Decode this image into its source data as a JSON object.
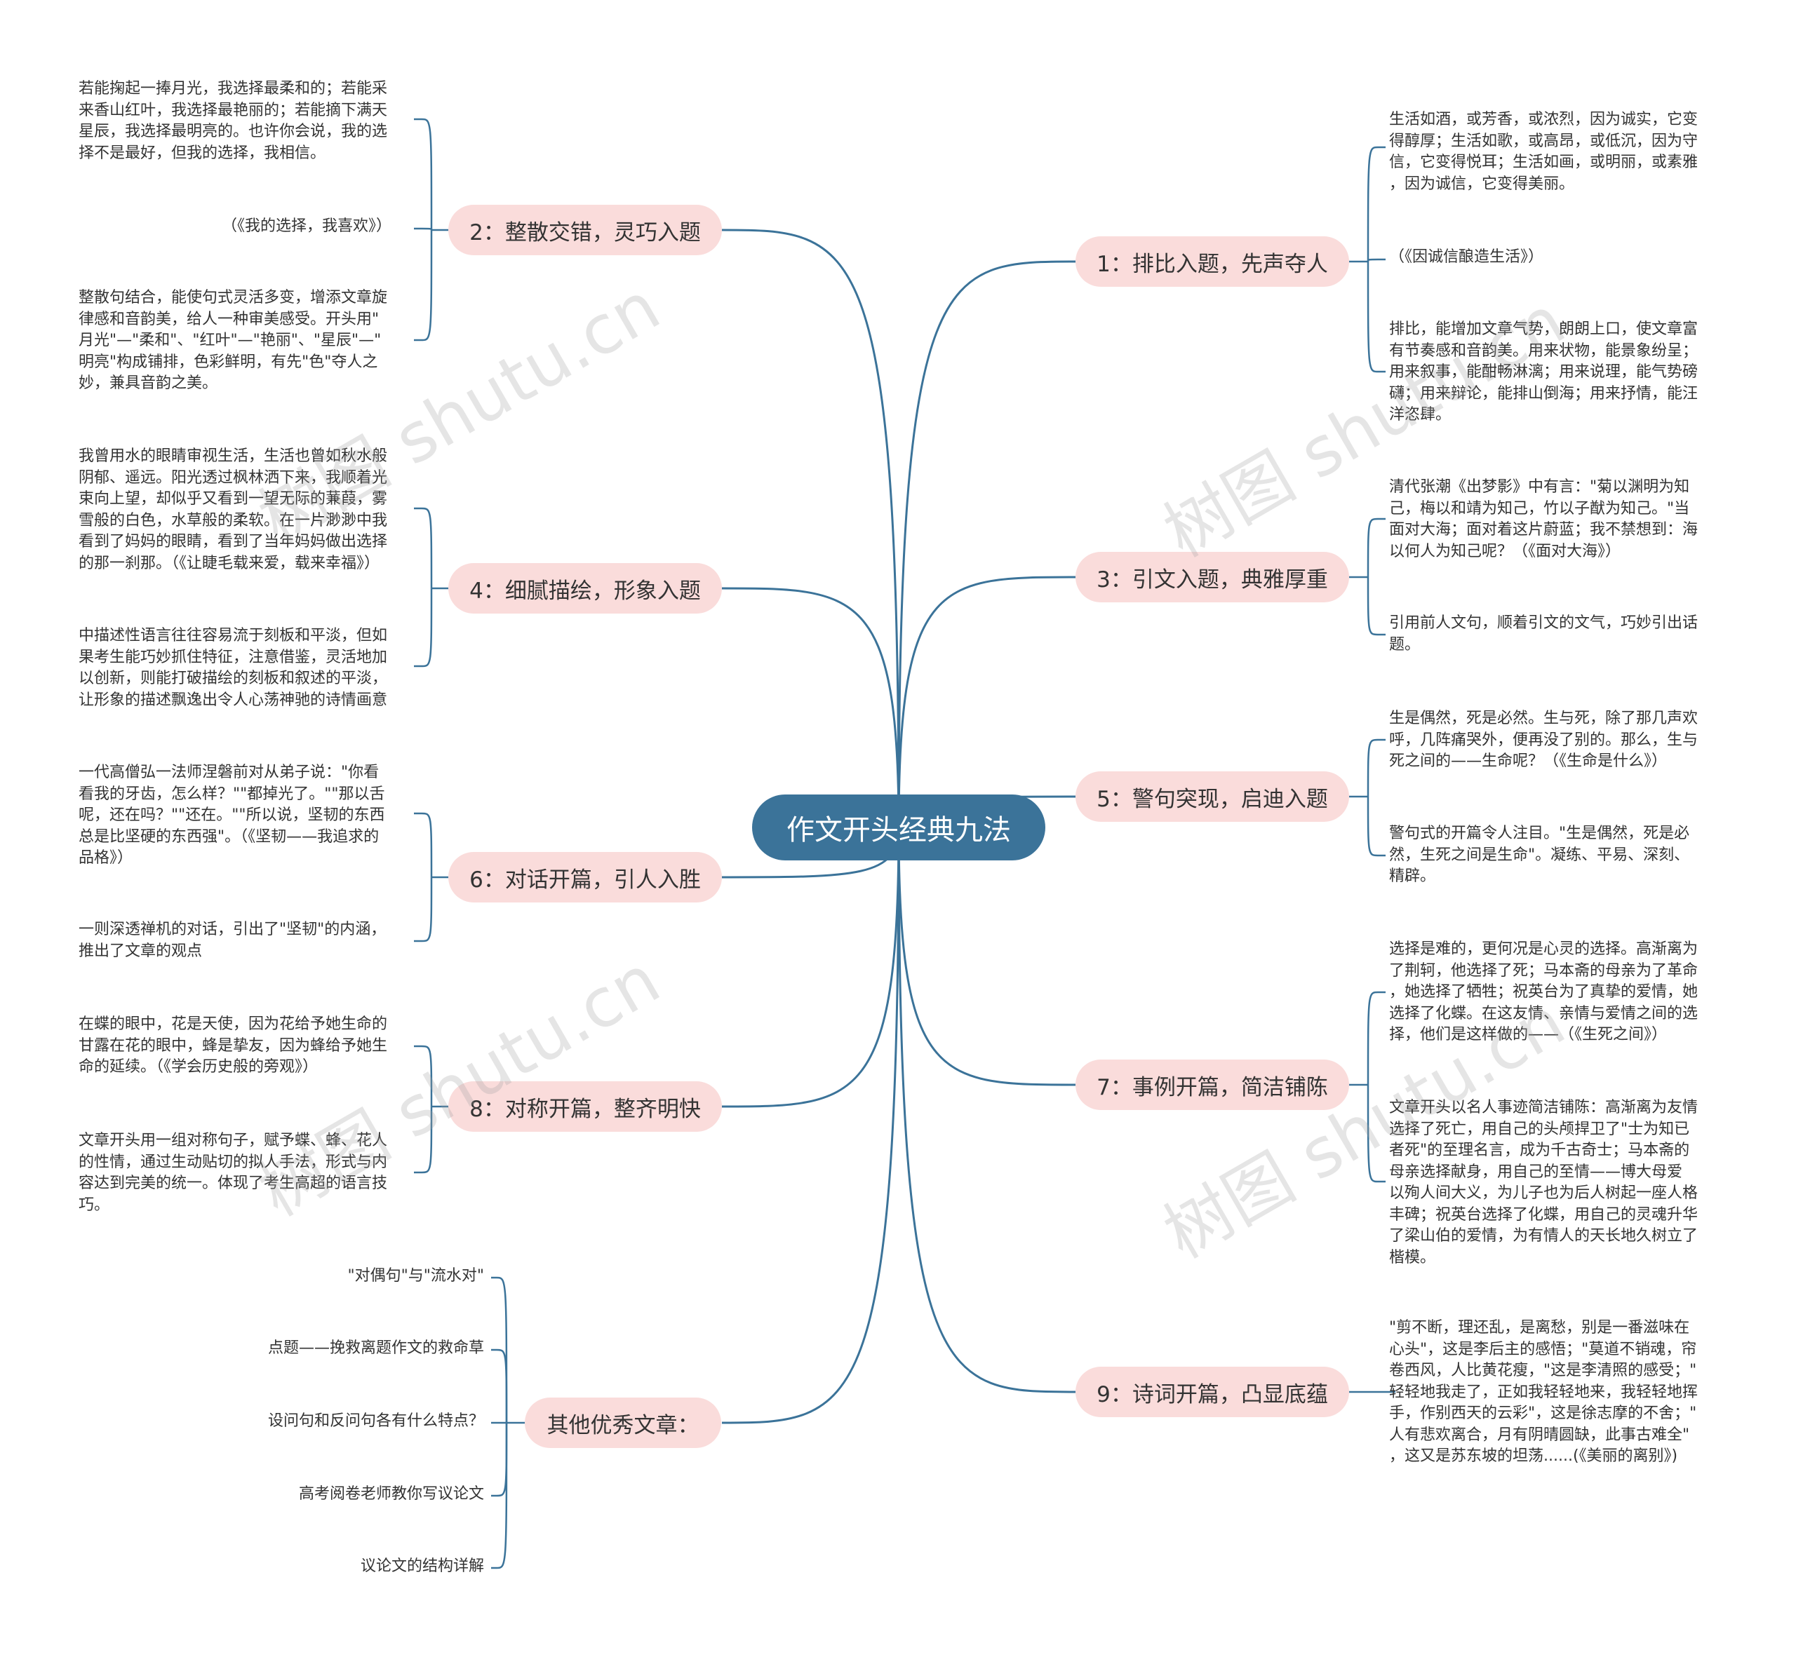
{
  "root": "作文开头经典九法",
  "watermark": "树图 shutu.cn",
  "branches": [
    {
      "label": "1：排比入题，先声夺人",
      "leaves": [
        "生活如酒，或芳香，或浓烈，因为诚实，它变\n得醇厚；生活如歌，或高昂，或低沉，因为守\n信，它变得悦耳；生活如画，或明丽，或素雅\n，因为诚信，它变得美丽。",
        "（《因诚信酿造生活》）",
        "排比，能增加文章气势，朗朗上口，使文章富\n有节奏感和音韵美。用来状物，能景象纷呈；\n用来叙事，能酣畅淋漓；用来说理，能气势磅\n礴；用来辩论，能排山倒海；用来抒情，能汪\n洋恣肆。"
      ]
    },
    {
      "label": "2：整散交错，灵巧入题",
      "leaves": [
        "若能掬起一捧月光，我选择最柔和的；若能采\n来香山红叶，我选择最艳丽的；若能摘下满天\n星辰，我选择最明亮的。也许你会说，我的选\n择不是最好，但我的选择，我相信。",
        "（《我的选择，我喜欢》）",
        "整散句结合，能使句式灵活多变，增添文章旋\n律感和音韵美，给人一种审美感受。开头用\"\n月光\"—\"柔和\"、\"红叶\"—\"艳丽\"、\"星辰\"—\"\n明亮\"构成铺排，色彩鲜明，有先\"色\"夺人之\n妙，兼具音韵之美。"
      ]
    },
    {
      "label": "3：引文入题，典雅厚重",
      "leaves": [
        "清代张潮《出梦影》中有言：\"菊以渊明为知\n己，梅以和靖为知己，竹以子猷为知己。\"当\n面对大海；面对着这片蔚蓝；我不禁想到：海\n以何人为知己呢？（《面对大海》）",
        "引用前人文句，顺着引文的文气，巧妙引出话\n题。"
      ]
    },
    {
      "label": "4：细腻描绘，形象入题",
      "leaves": [
        "我曾用水的眼睛审视生活，生活也曾如秋水般\n阴郁、遥远。阳光透过枫林洒下来，我顺着光\n束向上望，却似乎又看到一望无际的蒹葭，雾\n雪般的白色，水草般的柔软。在一片渺渺中我\n看到了妈妈的眼睛，看到了当年妈妈做出选择\n的那一刹那。（《让睫毛载来爱，载来幸福》）",
        "中描述性语言往往容易流于刻板和平淡，但如\n果考生能巧妙抓住特征，注意借鉴，灵活地加\n以创新，则能打破描绘的刻板和叙述的平淡，\n让形象的描述飘逸出令人心荡神驰的诗情画意"
      ]
    },
    {
      "label": "5：警句突现，启迪入题",
      "leaves": [
        "生是偶然，死是必然。生与死，除了那几声欢\n呼，几阵痛哭外，便再没了别的。那么，生与\n死之间的——生命呢？（《生命是什么》）",
        "警句式的开篇令人注目。\"生是偶然，死是必\n然，生死之间是生命\"。凝练、平易、深刻、\n精辟。"
      ]
    },
    {
      "label": "6：对话开篇，引人入胜",
      "leaves": [
        "一代高僧弘一法师涅磐前对从弟子说：\"你看\n看我的牙齿，怎么样？\"\"都掉光了。\"\"那以舌\n呢，还在吗？\"\"还在。\"\"所以说，坚韧的东西\n总是比坚硬的东西强\"。（《坚韧——我追求的\n品格》）",
        "一则深透禅机的对话，引出了\"坚韧\"的内涵，\n推出了文章的观点"
      ]
    },
    {
      "label": "7：事例开篇，简洁铺陈",
      "leaves": [
        "选择是难的，更何况是心灵的选择。高渐离为\n了荆轲，他选择了死；马本斋的母亲为了革命\n，她选择了牺牲；祝英台为了真挚的爱情，她\n选择了化蝶。在这友情、亲情与爱情之间的选\n择，他们是这样做的——（《生死之间》）",
        "文章开头以名人事迹简洁铺陈：高渐离为友情\n选择了死亡，用自己的头颅捍卫了\"士为知已\n者死\"的至理名言，成为千古奇士；马本斋的\n母亲选择献身，用自己的至情——博大母爱\n以殉人间大义，为儿子也为后人树起一座人格\n丰碑；祝英台选择了化蝶，用自己的灵魂升华\n了梁山伯的爱情，为有情人的天长地久树立了\n楷模。"
      ]
    },
    {
      "label": "8：对称开篇，整齐明快",
      "leaves": [
        "在蝶的眼中，花是天使，因为花给予她生命的\n甘露在花的眼中，蜂是挚友，因为蜂给予她生\n命的延续。（《学会历史般的旁观》）",
        "文章开头用一组对称句子，赋予蝶、蜂、花人\n的性情，通过生动贴切的拟人手法，形式与内\n容达到完美的统一。体现了考生高超的语言技\n巧。"
      ]
    },
    {
      "label": "9：诗词开篇，凸显底蕴",
      "leaves": [
        "\"剪不断，理还乱，是离愁，别是一番滋味在\n心头\"，这是李后主的感悟；\"莫道不销魂，帘\n卷西风，人比黄花瘦，\"这是李清照的感受；\"\n轻轻地我走了，正如我轻轻地来，我轻轻地挥\n手，作别西天的云彩\"，这是徐志摩的不舍；\"\n人有悲欢离合，月有阴晴圆缺，此事古难全\"\n，这又是苏东坡的坦荡......(《美丽的离别》)"
      ]
    },
    {
      "label": "其他优秀文章：",
      "leaves": [
        "\"对偶句\"与\"流水对\"",
        "点题——挽救离题作文的救命草",
        "设问句和反问句各有什么特点？",
        "高考阅卷老师教你写议论文",
        "议论文的结构详解"
      ]
    }
  ]
}
